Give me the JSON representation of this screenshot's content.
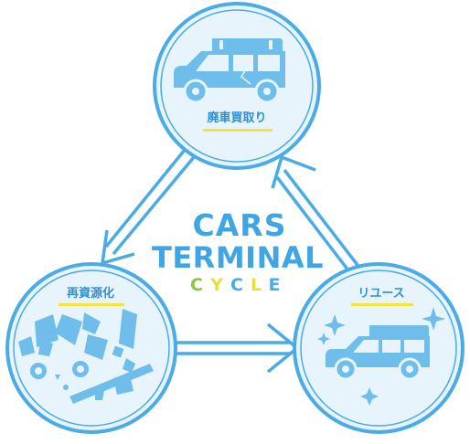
{
  "title": {
    "line1": "CARS",
    "line2": "TERMINAL",
    "cycle_letters": [
      "C",
      "Y",
      "C",
      "L",
      "E"
    ]
  },
  "nodes": {
    "top": {
      "label": "廃車買取り",
      "icon": "car-icon"
    },
    "left": {
      "label": "再資源化",
      "icon": "recycle-scrap-icon"
    },
    "right": {
      "label": "リユース",
      "icon": "sparkling-car-icon"
    }
  },
  "colors": {
    "primary_blue": "#4aabe5",
    "fill_blue": "#6fbdea",
    "ring_blue": "#4aabe5",
    "circle_fill": "#e8f4fb",
    "title_blue": "#3fa6e3",
    "label_text": "#2d8fd6",
    "underline_yellow": "#f5e23a",
    "cycle_blue": "#4aabe5",
    "cycle_yellow": "#e8df3b",
    "cycle_green": "#8cc63e"
  }
}
